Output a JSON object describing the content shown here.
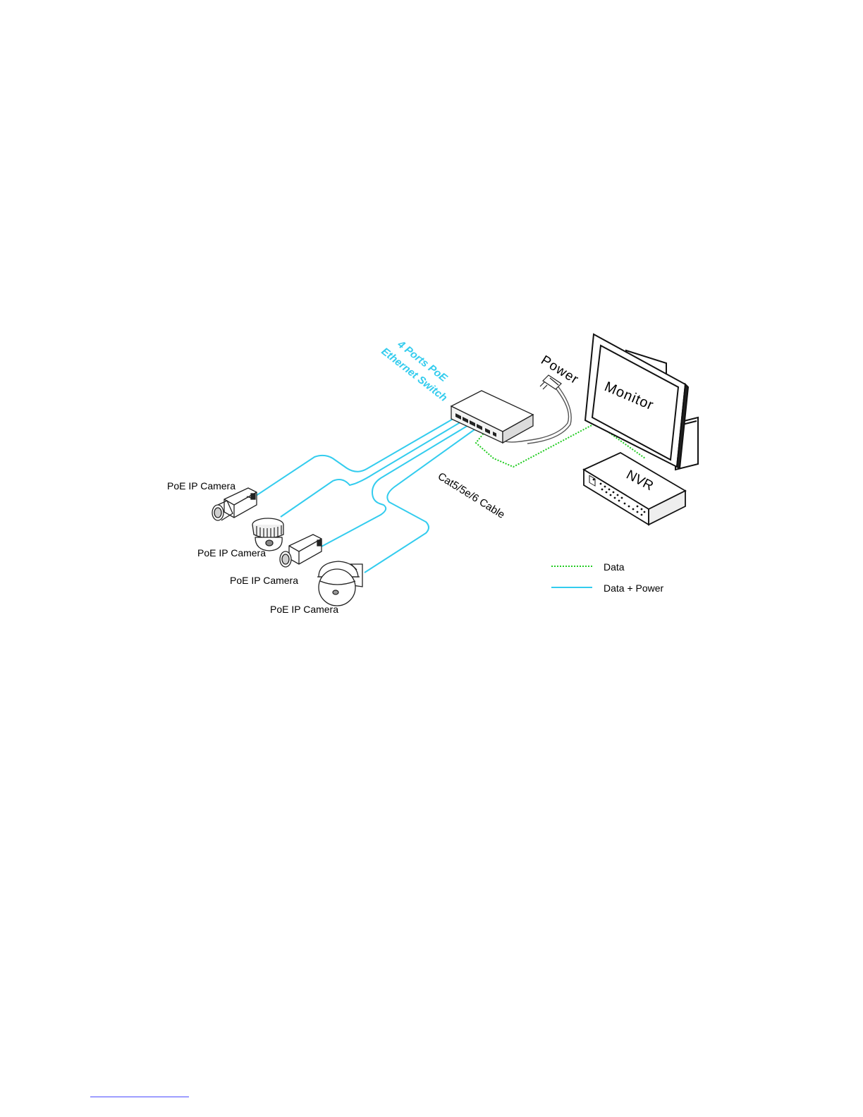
{
  "diagram": {
    "switch_label_line1": "4 Ports PoE",
    "switch_label_line2": "Ethernet Switch",
    "power_label": "Power",
    "monitor_label": "Monitor",
    "nvr_label": "NVR",
    "cable_label": "Cat5/5e/6 Cable",
    "cameras": [
      {
        "label": "PoE IP Camera",
        "icon": "box-camera-icon"
      },
      {
        "label": "PoE IP Camera",
        "icon": "dome-camera-icon"
      },
      {
        "label": "PoE IP Camera",
        "icon": "box-camera-icon"
      },
      {
        "label": "PoE IP Camera",
        "icon": "speed-dome-camera-icon"
      }
    ],
    "legend": [
      {
        "label": "Data",
        "style": "dotted",
        "color": "#22cc22"
      },
      {
        "label": "Data + Power",
        "style": "solid",
        "color": "#33ccee"
      }
    ],
    "colors": {
      "poe_cable": "#33ccee",
      "data_cable": "#22cc22",
      "switch_label": "#33ccee"
    }
  }
}
